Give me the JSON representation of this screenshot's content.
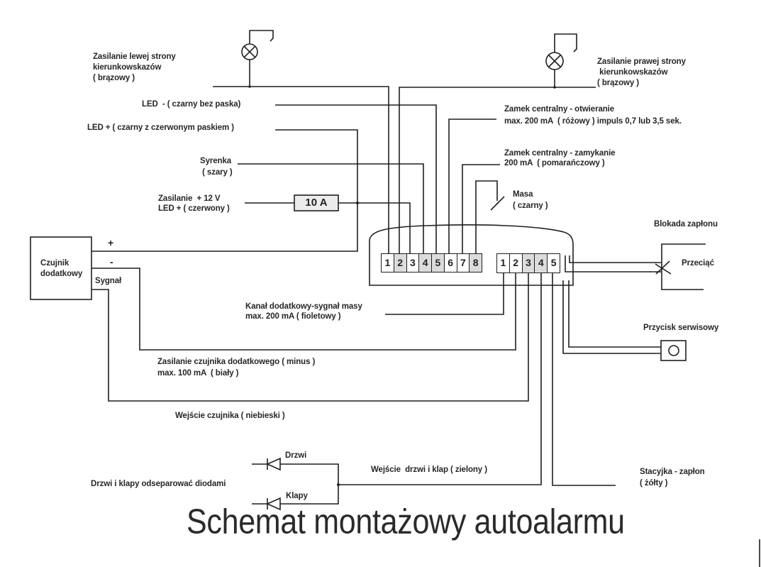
{
  "title": "Schemat montażowy autoalarmu",
  "main_connector": {
    "pins": [
      "1",
      "2",
      "3",
      "4",
      "5",
      "6",
      "7",
      "8"
    ]
  },
  "aux_connector": {
    "pins": [
      "1",
      "2",
      "3",
      "4",
      "5"
    ]
  },
  "fuse": {
    "rating": "10 A"
  },
  "sensor": {
    "name": [
      "Czujnik",
      "dodatkowy"
    ],
    "plus": "+",
    "minus": "-",
    "signal": "Sygnał"
  },
  "wires": {
    "left_indicator": {
      "lines": [
        "Zasilanie lewej strony",
        "kierunkowskazów",
        "( brązowy )"
      ],
      "connector": "main",
      "pin": "1"
    },
    "right_indicator": {
      "lines": [
        "Zasilanie prawej strony",
        " kierunkowskazów",
        "( brązowy )"
      ],
      "connector": "main",
      "pin": "2"
    },
    "power": {
      "lines": [
        "Zasilanie  + 12 V",
        "LED + ( czerwony )"
      ],
      "connector": "main",
      "pin": "3"
    },
    "siren": {
      "lines": [
        "Syrenka",
        " ( szary )"
      ],
      "connector": "main",
      "pin": "4"
    },
    "led_minus": {
      "lines": [
        "LED  - ( czarny bez paska)"
      ],
      "connector": "main",
      "pin": "5"
    },
    "lock_open": {
      "lines": [
        "Zamek centralny - otwieranie",
        "max. 200 mA  ( różowy ) impuls 0,7 lub 3,5 sek."
      ],
      "connector": "main",
      "pin": "6"
    },
    "lock_close": {
      "lines": [
        "Zamek centralny - zamykanie",
        "200 mA  ( pomarańczowy )"
      ],
      "connector": "main",
      "pin": "7"
    },
    "ground": {
      "lines": [
        "Masa",
        "( czarny )"
      ],
      "connector": "main",
      "pin": "8"
    },
    "led_plus": {
      "lines": [
        "LED + ( czarny z czerwonym paskiem )"
      ]
    },
    "aux_channel": {
      "lines": [
        "Kanał dodatkowy-sygnał masy",
        "max. 200 mA ( fioletowy )"
      ],
      "connector": "aux",
      "pin": "1"
    },
    "sensor_supply": {
      "lines": [
        "Zasilanie czujnika dodatkowego ( minus )",
        "max. 100 mA  ( biały )"
      ],
      "connector": "aux",
      "pin": "2"
    },
    "sensor_input": {
      "lines": [
        "Wejście czujnika ( niebieski )"
      ],
      "connector": "aux",
      "pin": "3"
    },
    "door_input": {
      "lines": [
        "Wejście  drzwi i klap ( zielony )"
      ],
      "connector": "aux",
      "pin": "4"
    },
    "ignition": {
      "lines": [
        "Stacyjka - zapłon",
        "( żółty )"
      ],
      "connector": "aux",
      "pin": "5"
    }
  },
  "immobilizer": {
    "title": "Blokada zapłonu",
    "action": "Przeciąć"
  },
  "service_button": {
    "label": "Przycisk serwisowy"
  },
  "door_diodes": {
    "door": "Drzwi",
    "hatch": "Klapy",
    "note": "Drzwi i klapy odseparować diodami"
  }
}
